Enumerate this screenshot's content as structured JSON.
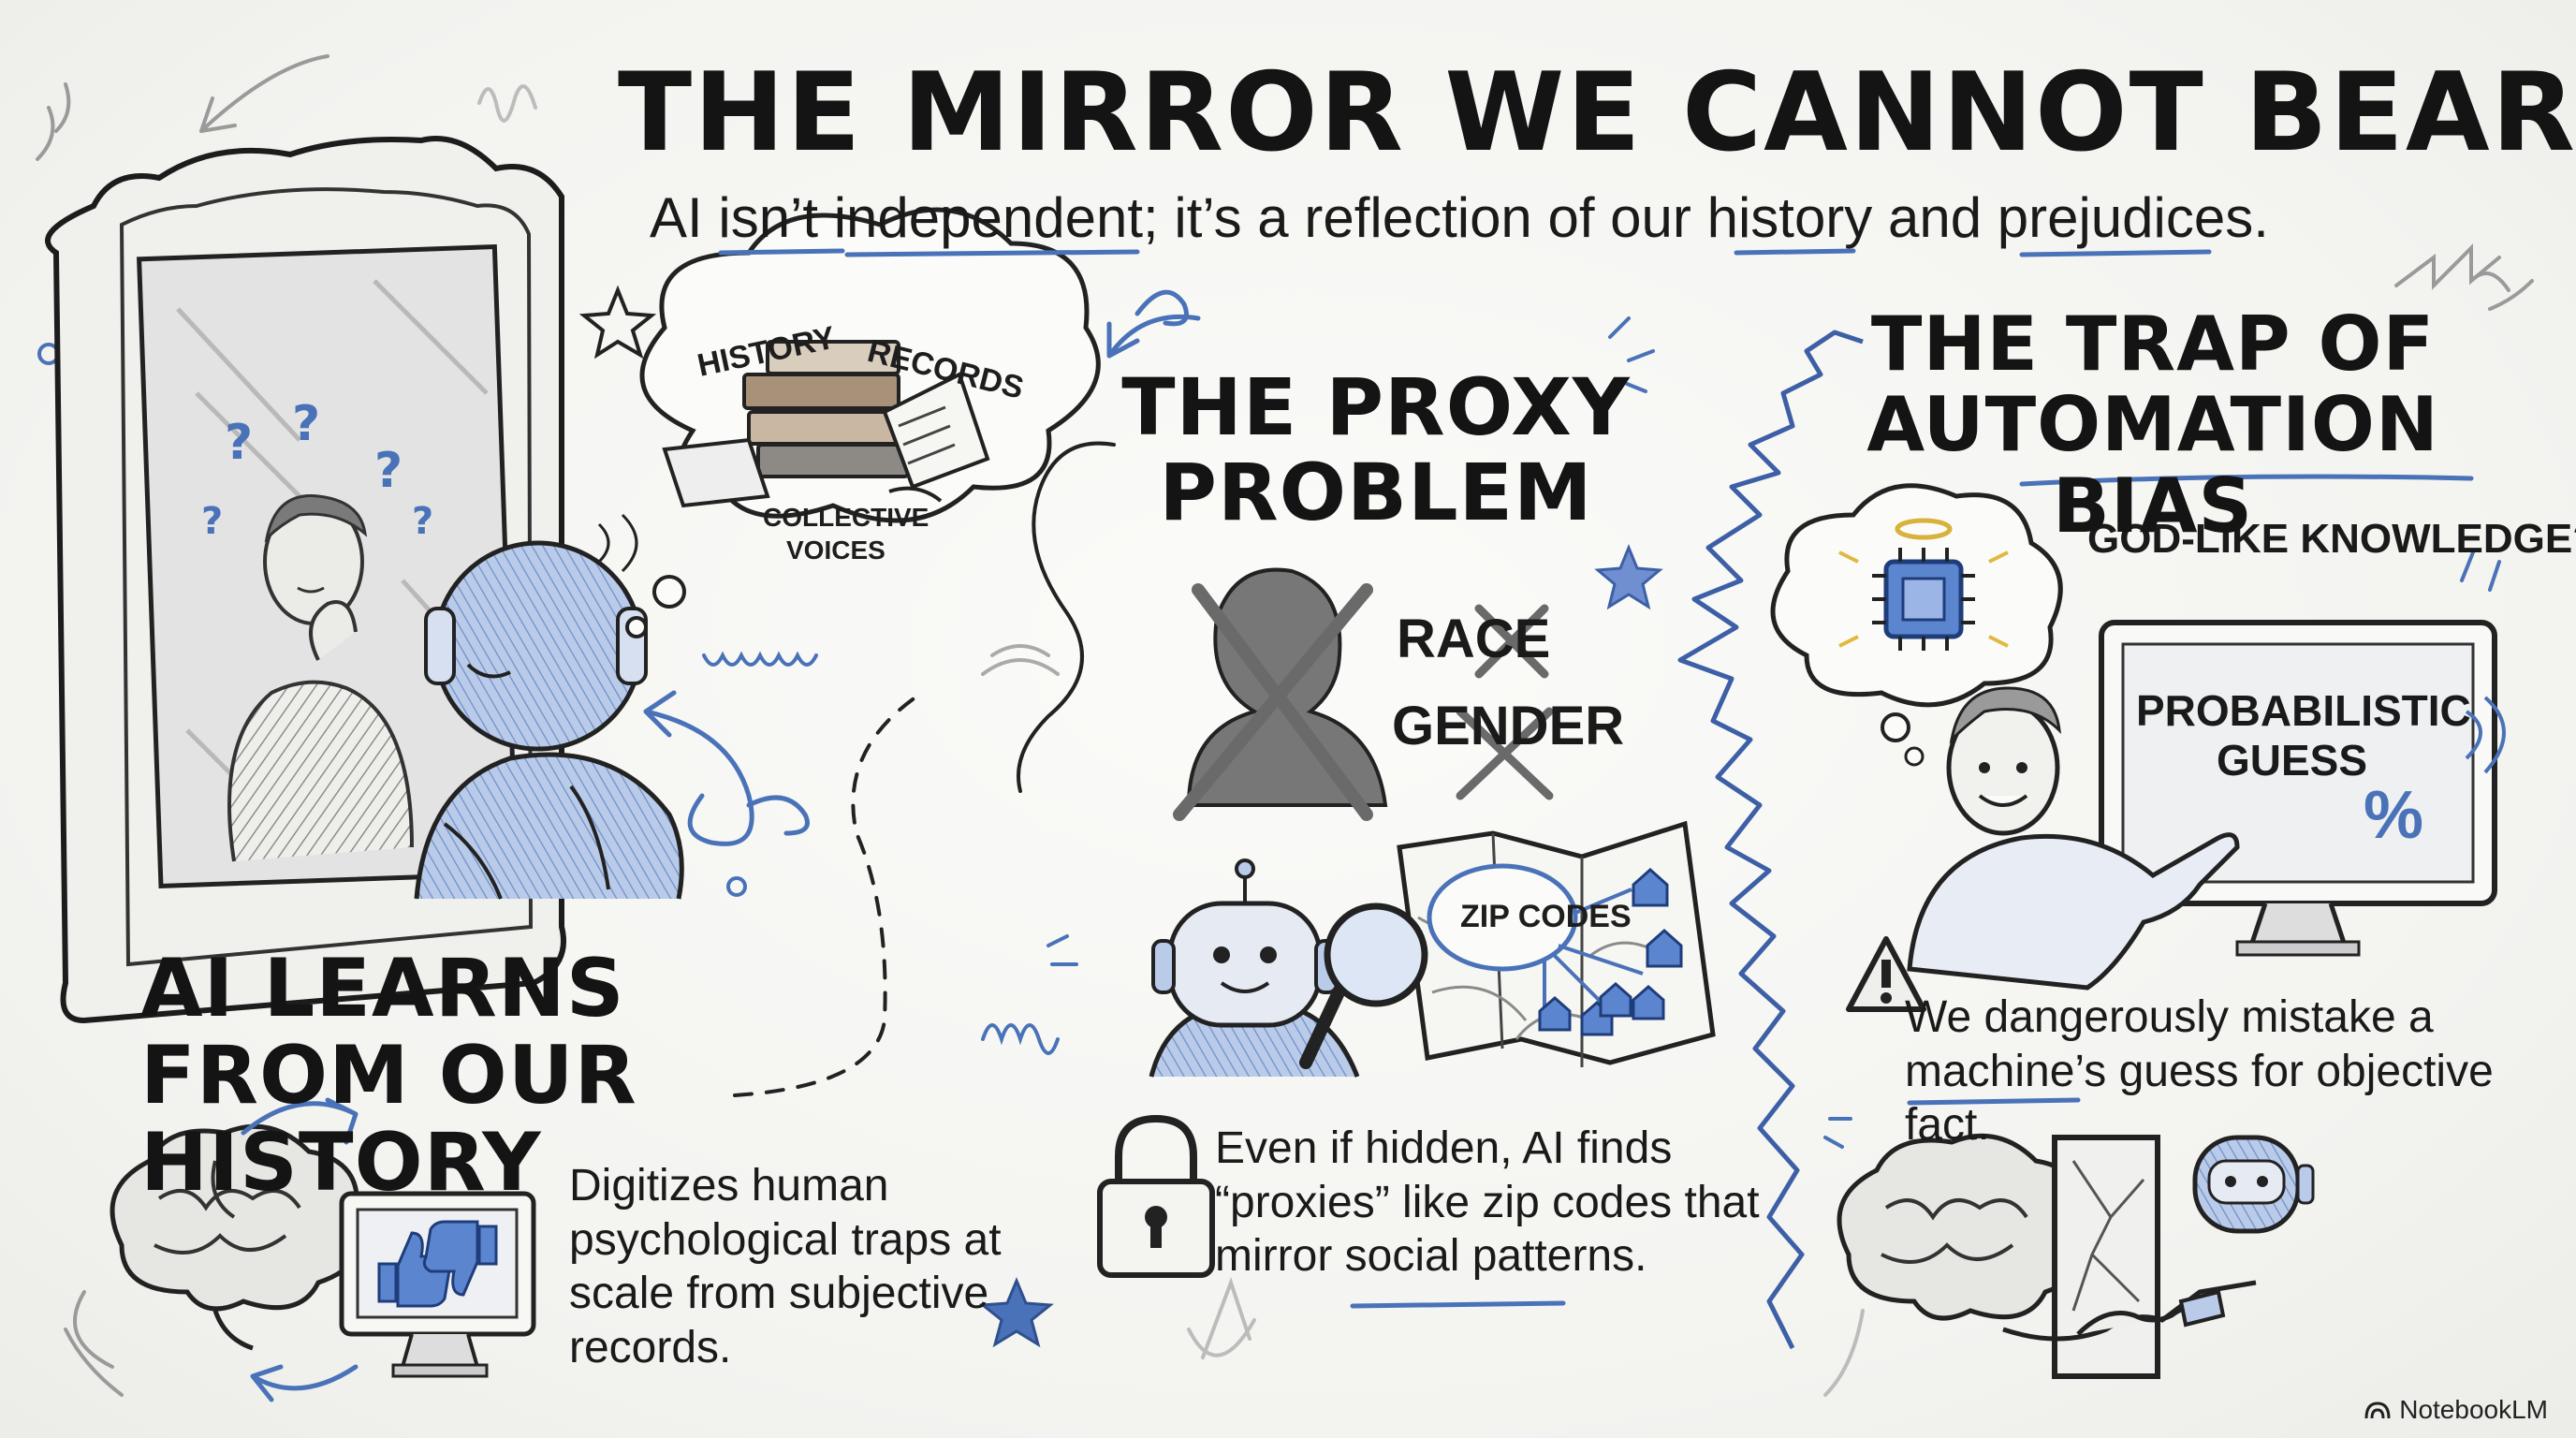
{
  "header": {
    "title": "THE MIRROR WE CANNOT BEAR",
    "subtitle": "AI isn’t independent; it’s a reflection of our history and prejudices."
  },
  "panels": {
    "history": {
      "heading": "AI LEARNS FROM OUR HISTORY",
      "description": "Digitizes human psychological traps at scale from subjective records.",
      "cloud_labels": [
        "HISTORY",
        "RECORDS",
        "COLLECTIVE",
        "VOICES"
      ]
    },
    "proxy": {
      "heading": "THE PROXY PROBLEM",
      "crossed_labels": [
        "RACE",
        "GENDER"
      ],
      "map_label": "ZIP CODES",
      "description": "Even if hidden, AI finds “proxies” like zip codes that mirror social patterns."
    },
    "trap": {
      "heading": "THE TRAP OF AUTOMATION BIAS",
      "thought_label": "GOD-LIKE KNOWLEDGE?",
      "monitor_label": "PROBABILISTIC GUESS",
      "monitor_symbol": "%",
      "warning": "We dangerously mistake a machine’s guess for objective fact."
    }
  },
  "footer": {
    "brand": "NotebookLM"
  },
  "colors": {
    "ink": "#1a1a1a",
    "accent": "#4a72b8",
    "accent_light": "#a9bde3",
    "paper": "#f4f4f1"
  },
  "icons": [
    "mirror-icon",
    "robot-icon",
    "person-icon",
    "thought-cloud-icon",
    "book-stack-icon",
    "brain-icon",
    "monitor-icon",
    "thumbs-up-icon",
    "thumbs-down-icon",
    "lock-icon",
    "magnifier-icon",
    "map-icon",
    "house-icon",
    "chip-icon",
    "halo-icon",
    "warning-icon",
    "broken-mirror-icon",
    "handshake-icon",
    "star-icon"
  ]
}
